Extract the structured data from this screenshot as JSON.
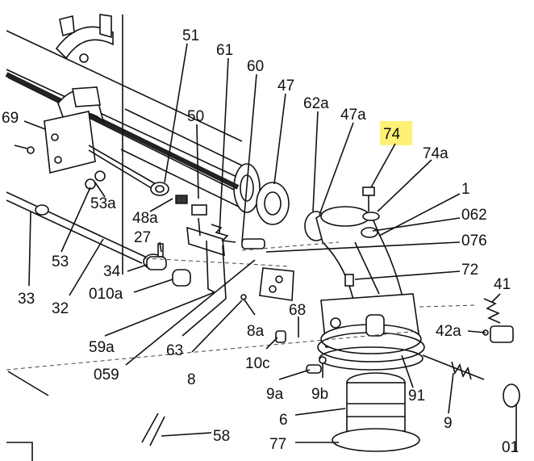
{
  "highlight_color": "#fff176",
  "labels": {
    "l51": "51",
    "l61": "61",
    "l60": "60",
    "l47": "47",
    "l62a": "62a",
    "l47a": "47a",
    "l74": "74",
    "l74a": "74a",
    "l69": "69",
    "l50": "50",
    "l1": "1",
    "l062": "062",
    "l53a": "53a",
    "l48a": "48a",
    "l27": "27",
    "l076": "076",
    "l53": "53",
    "l34": "34",
    "l72": "72",
    "l33": "33",
    "l010a": "010a",
    "l32": "32",
    "l41": "41",
    "l68": "68",
    "l42a": "42a",
    "l8a": "8a",
    "l59a": "59a",
    "l63": "63",
    "l10c": "10c",
    "l059": "059",
    "l8": "8",
    "l9a": "9a",
    "l9b": "9b",
    "l91": "91",
    "l9": "9",
    "l6": "6",
    "l58": "58",
    "l77": "77",
    "l01": "01"
  }
}
